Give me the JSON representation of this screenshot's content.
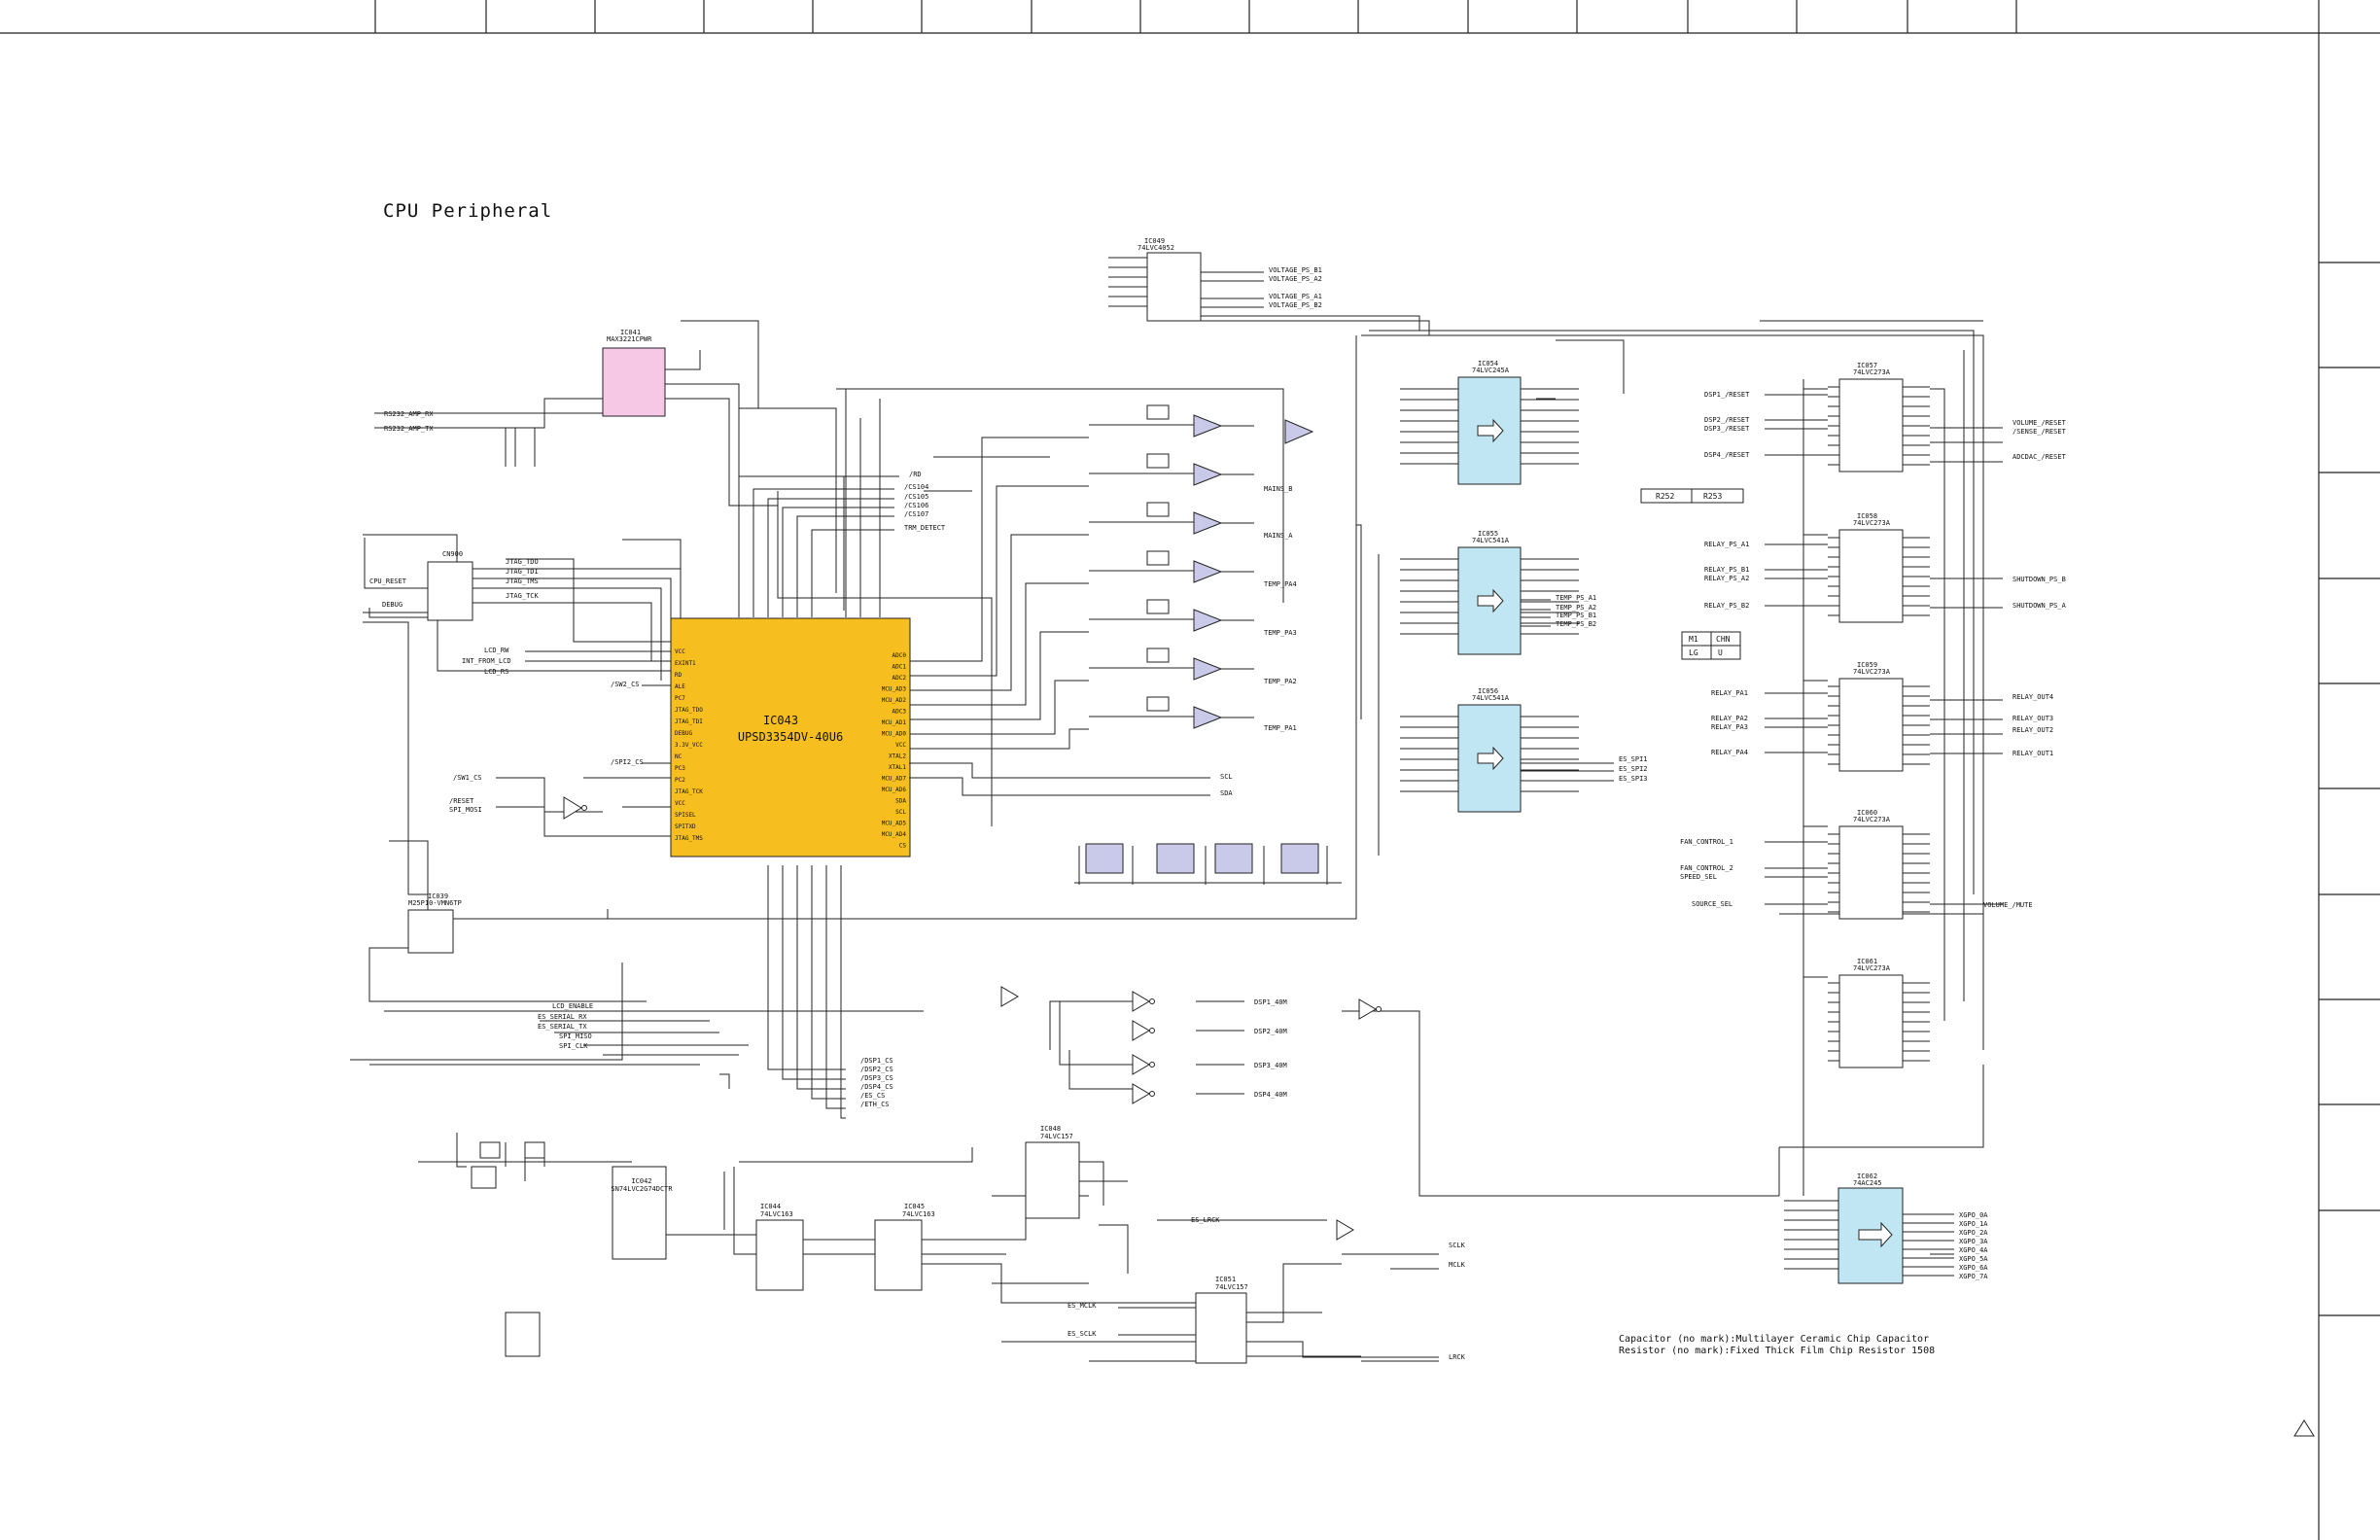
{
  "sheet": {
    "title": "CPU Peripheral",
    "notes": [
      "Capacitor (no mark):Multilayer Ceramic Chip Capacitor",
      "Resistor (no mark):Fixed Thick Film Chip Resistor 1508"
    ]
  },
  "cpu": {
    "ref": "IC043",
    "part": "UPSD3354DV-40U6",
    "left_pins": [
      "VCC",
      "EXINT1",
      "RD",
      "ALE",
      "PC7",
      "JTAG_TDO",
      "JTAG_TDI",
      "DEBUG",
      "3.3V_VCC",
      "NC",
      "PC3",
      "PC2",
      "JTAG_TCK",
      "VCC",
      "SPISEL",
      "SPITXD",
      "JTAG_TMS"
    ],
    "right_pins": [
      "ADC0",
      "ADC1",
      "ADC2",
      "MCU_AD3",
      "MCU_AD2",
      "ADC3",
      "MCU_AD1",
      "MCU_AD0",
      "VCC",
      "XTAL2",
      "XTAL1",
      "MCU_AD7",
      "MCU_AD6",
      "SDA",
      "SCL",
      "MCU_AD5",
      "MCU_AD4",
      "CS"
    ]
  },
  "ic041": {
    "ref": "IC041",
    "part": "MAX3221CPWR"
  },
  "ic042": {
    "ref": "IC042",
    "part": "SN74LVC2G74DCTR"
  },
  "ic044": {
    "ref": "IC044",
    "part": "74LVC163"
  },
  "ic045": {
    "ref": "IC045",
    "part": "74LVC163"
  },
  "ic048": {
    "ref": "IC048",
    "part": "74LVC157"
  },
  "ic051": {
    "ref": "IC051",
    "part": "74LVC157"
  },
  "ic049": {
    "ref": "IC049",
    "part": "74LVC4052"
  },
  "ic039": {
    "ref": "IC039",
    "part": "M25P10-VMN6TP"
  },
  "buffers": [
    {
      "ref": "IC054",
      "part": "74LVC245A"
    },
    {
      "ref": "IC055",
      "part": "74LVC541A"
    },
    {
      "ref": "IC056",
      "part": "74LVC541A"
    }
  ],
  "latches": [
    {
      "ref": "IC057",
      "part": "74LVC273A"
    },
    {
      "ref": "IC058",
      "part": "74LVC273A"
    },
    {
      "ref": "IC059",
      "part": "74LVC273A"
    },
    {
      "ref": "IC060",
      "part": "74LVC273A"
    },
    {
      "ref": "IC061",
      "part": "74LVC273A"
    }
  ],
  "ic062": {
    "ref": "IC062",
    "part": "74AC245"
  },
  "rs232_signals": [
    "RS232_AMP_RX",
    "RS232_AMP_TX"
  ],
  "cpu_left_signals": [
    "CPU_RESET",
    "DEBUG",
    "LCD_RW",
    "INT_FROM_LCD",
    "LCD_RS",
    "/SW2_CS",
    "/SPI2_CS",
    "/SW1_CS",
    "/RESET",
    "SPI_MOSI"
  ],
  "jtag_signals": [
    "JTAG_TDO",
    "JTAG_TDI",
    "JTAG_TMS",
    "JTAG_TCK"
  ],
  "top_cs": [
    "/RD",
    "/CS104",
    "/CS105",
    "/CS106",
    "/CS107",
    "TRM_DETECT"
  ],
  "ic049_outputs": [
    "VOLTAGE_PS_B1",
    "VOLTAGE_PS_A2",
    "VOLTAGE_PS_A1",
    "VOLTAGE_PS_B2"
  ],
  "comparator_outputs": [
    "MAINS_B",
    "MAINS_A",
    "TEMP_PA4",
    "TEMP_PA3",
    "TEMP_PA2",
    "TEMP_PA1"
  ],
  "serial_signals": [
    "LCD_ENABLE",
    "ES_SERIAL_RX",
    "ES_SERIAL_TX",
    "SPI_MISO",
    "SPI_CLK"
  ],
  "dsp_cs": [
    "/DSP1_CS",
    "/DSP2_CS",
    "/DSP3_CS",
    "/DSP4_CS",
    "/ES_CS",
    "/ETH_CS"
  ],
  "dsp_clk": [
    "DSP1_40M",
    "DSP2_40M",
    "DSP3_40M",
    "DSP4_40M"
  ],
  "latch_inputs": {
    "ic057": [
      "DSP1_/RESET",
      "DSP2_/RESET",
      "DSP3_/RESET",
      "DSP4_/RESET"
    ],
    "ic058": [
      "RELAY_PS_A1",
      "RELAY_PS_B1",
      "RELAY_PS_A2",
      "RELAY_PS_B2"
    ],
    "ic059": [
      "RELAY_PA1",
      "RELAY_PA2",
      "RELAY_PA3",
      "RELAY_PA4"
    ],
    "ic060": [
      "FAN_CONTROL_1",
      "FAN_CONTROL_2",
      "SPEED_SEL",
      "SOURCE_SEL"
    ]
  },
  "latch_outputs": {
    "ic057": [
      "VOLUME_/RESET",
      "/SENSE_/RESET",
      "ADCDAC_/RESET"
    ],
    "ic058": [
      "SHUTDOWN_PS_B",
      "SHUTDOWN_PS_A"
    ],
    "ic059": [
      "RELAY_OUT4",
      "RELAY_OUT3",
      "RELAY_OUT2",
      "RELAY_OUT1"
    ],
    "ic060": [
      "VOLUME_/MUTE"
    ]
  },
  "gpo_outputs": [
    "XGPO_0A",
    "XGPO_1A",
    "XGPO_2A",
    "XGPO_3A",
    "XGPO_4A",
    "XGPO_5A",
    "XGPO_6A",
    "XGPO_7A"
  ],
  "audio_clk": [
    "ES_LRCK",
    "SCLK",
    "MCLK",
    "LRCK",
    "ES_MCLK",
    "ES_SCLK"
  ],
  "bus_signals": [
    "SCL",
    "SDA",
    "ES_SPI1",
    "ES_SPI2",
    "ES_SPI3",
    "TEMP_PS_A1",
    "TEMP_PS_A2",
    "TEMP_PS_B1",
    "TEMP_PS_B2"
  ],
  "tables": {
    "resistor_pair": [
      "R252",
      "R253"
    ],
    "variant": [
      [
        "M1",
        "CHN"
      ],
      [
        "LG",
        "U"
      ]
    ]
  },
  "colors": {
    "cpu_fill": "#f6be1e",
    "buffer_fill": "#bfe6f2",
    "max_fill": "#f7c8e6",
    "opamp_fill": "#c9c9ea",
    "wire": "#222222"
  }
}
